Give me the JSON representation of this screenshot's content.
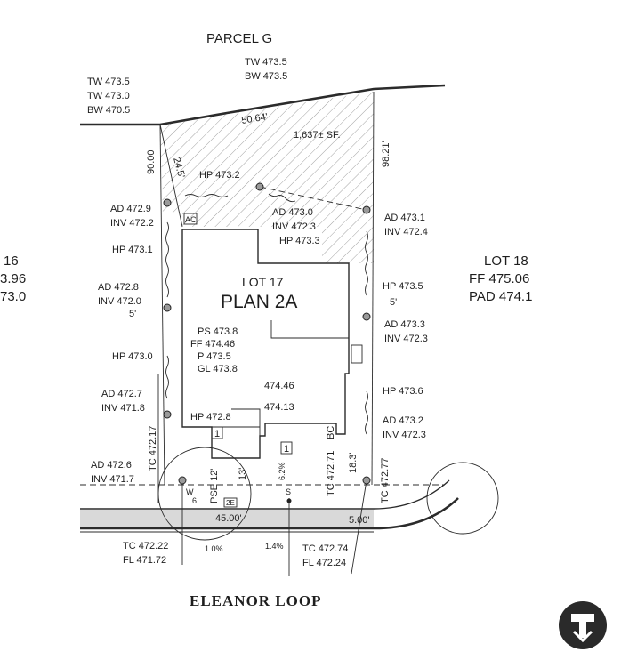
{
  "parcel": {
    "name": "PARCEL G"
  },
  "lot": {
    "title": "LOT 17",
    "plan": "PLAN 2A",
    "area": "1,637± SF.",
    "elevations": [
      "PS 473.8",
      "FF 474.46",
      "P 473.5",
      "GL 473.8"
    ]
  },
  "neighbor_left": {
    "line1": "16",
    "line2": "3.96",
    "line3": "73.0"
  },
  "neighbor_right": {
    "line1": "LOT 18",
    "line2": "FF 475.06",
    "line3": "PAD 474.1"
  },
  "street": {
    "name": "ELEANOR LOOP"
  },
  "wall_labels": {
    "left": [
      "TW 473.5",
      "TW 473.0",
      "BW 470.5"
    ],
    "top": [
      "TW 473.5",
      "BW 473.5"
    ]
  },
  "dimensions": {
    "rear": "50.64'",
    "left_side": "90.00'",
    "right_side": "98.21'",
    "diag": "24.5'",
    "front": "45.00'",
    "setback_left": "5'",
    "setback_right": "5'",
    "driveway_right": "18.3'",
    "corner_front": "5.00'",
    "pse": "PSE 12'",
    "drive_13": "13'",
    "tc_left": "TC 472.17",
    "tc_right": "TC 472.71",
    "bc": "BC",
    "tc_far_right": "TC 472.77",
    "slope_yard": "6.2%",
    "slope_left": "1.0%",
    "slope_right": "1.4%",
    "w_label": "W",
    "s_label": "S",
    "num_6": "6",
    "ac": "AC",
    "tag_1a": "1",
    "tag_1b": "1",
    "box_2e": "2E",
    "hp_4746": "474.46",
    "hp_4741": "474.13"
  },
  "drains": [
    {
      "ad": "AD 472.9",
      "inv": "INV 472.2"
    },
    {
      "ad": "AD 473.0",
      "inv": "INV 472.3"
    },
    {
      "ad": "AD 473.1",
      "inv": "INV 472.4"
    },
    {
      "ad": "AD 472.8",
      "inv": "INV 472.0"
    },
    {
      "ad": "AD 473.3",
      "inv": "INV 472.3"
    },
    {
      "ad": "AD 472.7",
      "inv": "INV 471.8"
    },
    {
      "ad": "AD 473.2",
      "inv": "INV 472.3"
    },
    {
      "ad": "AD 472.6",
      "inv": "INV 471.7"
    }
  ],
  "high_points": [
    "HP 473.2",
    "HP 473.3",
    "HP 473.1",
    "HP 473.5",
    "HP 473.0",
    "HP 473.6",
    "HP 472.8"
  ],
  "curb": {
    "left": [
      "TC 472.22",
      "FL 471.72"
    ],
    "right": [
      "TC 472.74",
      "FL 472.24"
    ]
  },
  "icons": {
    "logo": "compass-logo-icon"
  }
}
